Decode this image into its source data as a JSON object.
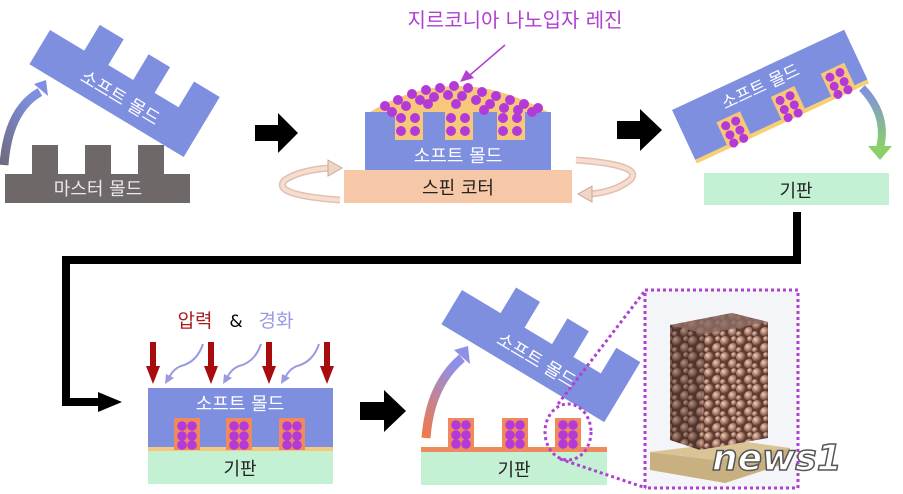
{
  "labels": {
    "soft_mold": "소프트 몰드",
    "master_mold": "마스터 몰드",
    "resin": "지르코니아 나노입자 레진",
    "spin_coater": "스핀 코터",
    "substrate": "기판",
    "pressure": "압력",
    "ampersand": "&",
    "curing": "경화"
  },
  "watermark": "news1",
  "colors": {
    "soft_mold": "#7f8fe0",
    "master_mold": "#6f6868",
    "particle": "#b43ad8",
    "resin": "#f7c87a",
    "spin_coater": "#f7c8a8",
    "substrate": "#c4f0d4",
    "pressure_arrow": "#a80c0c",
    "curing_text": "#9a9ae0",
    "resin_text": "#b040d0",
    "pattern_fill": "#f08a5e",
    "step_arrow": "#000000"
  }
}
